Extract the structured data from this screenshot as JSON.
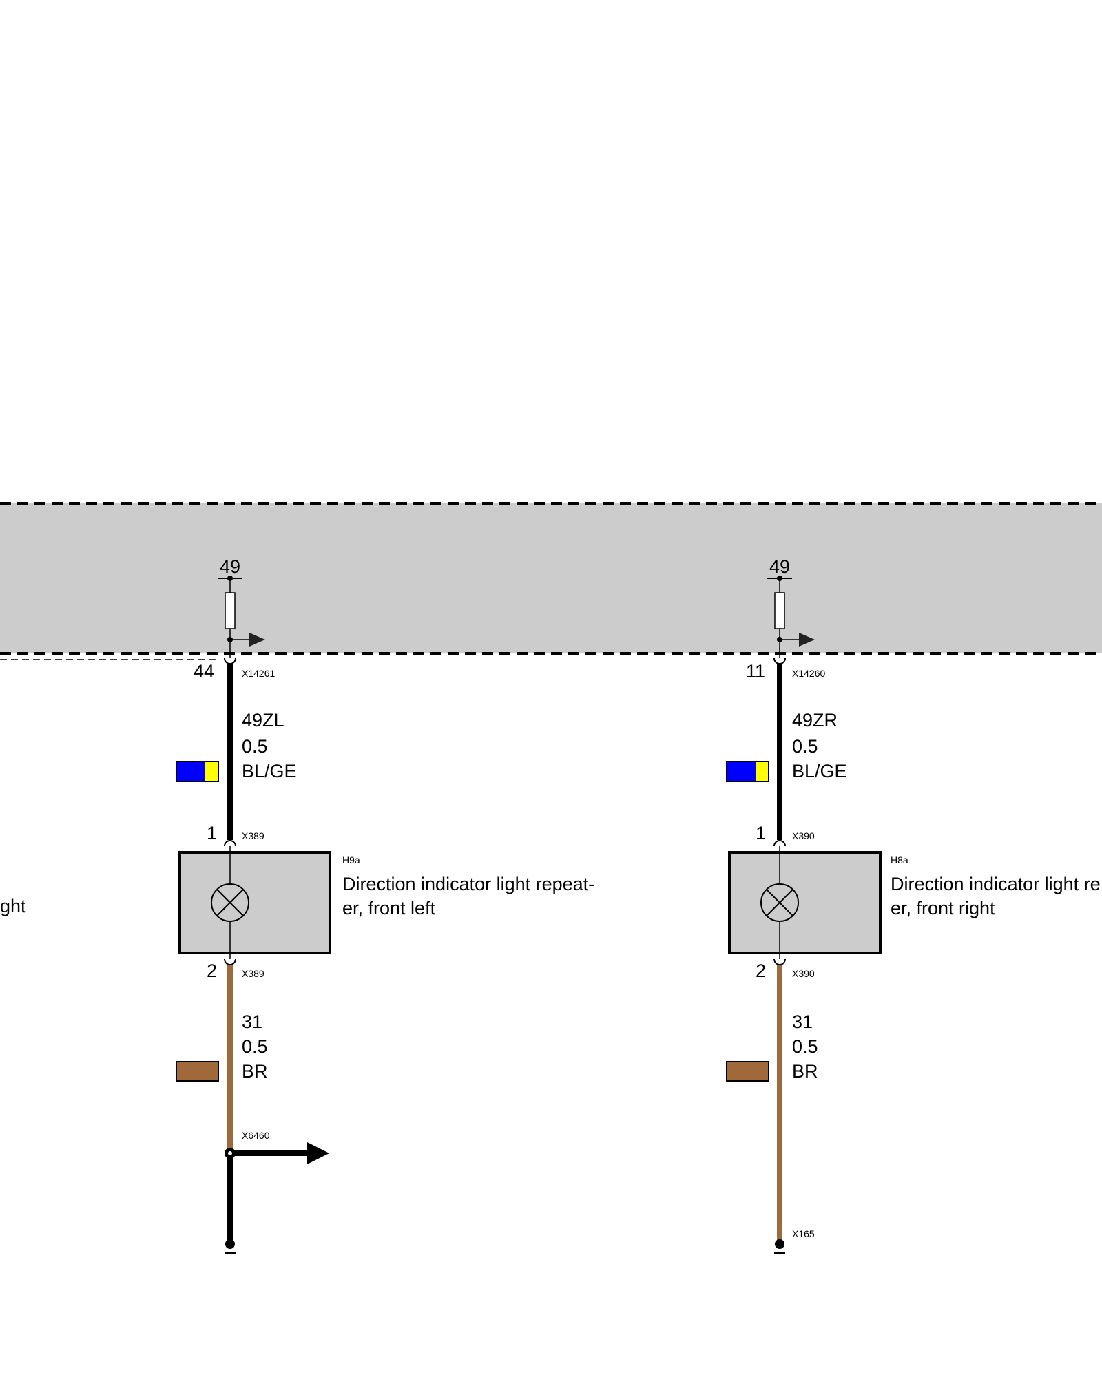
{
  "colors": {
    "module_fill": "#cccccc",
    "wire_black": "#000000",
    "wire_brown": "#9c6a3c",
    "swatch_blue": "#0000ff",
    "swatch_yellow": "#ffff00",
    "swatch_brown": "#a0693a",
    "component_fill": "#cccccc"
  },
  "partial_left_text": "ght",
  "left_circuit": {
    "terminal_label": "49",
    "module_pin": "44",
    "module_connector": "X14261",
    "wire_upper": {
      "id": "49ZL",
      "size": "0.5",
      "color_code": "BL/GE"
    },
    "component_pin1": "1",
    "component_pin1_connector": "X389",
    "component_id": "H9a",
    "component_name_line1": "Direction indicator light repeat-",
    "component_name_line2": "er, front left",
    "component_pin2": "2",
    "component_pin2_connector": "X389",
    "wire_lower": {
      "id": "31",
      "size": "0.5",
      "color_code": "BR"
    },
    "splice_connector": "X6460"
  },
  "right_circuit": {
    "terminal_label": "49",
    "module_pin": "11",
    "module_connector": "X14260",
    "wire_upper": {
      "id": "49ZR",
      "size": "0.5",
      "color_code": "BL/GE"
    },
    "component_pin1": "1",
    "component_pin1_connector": "X390",
    "component_id": "H8a",
    "component_name_line1": "Direction indicator light re",
    "component_name_line2": "er, front right",
    "component_pin2": "2",
    "component_pin2_connector": "X390",
    "wire_lower": {
      "id": "31",
      "size": "0.5",
      "color_code": "BR"
    },
    "ground_connector": "X165"
  }
}
